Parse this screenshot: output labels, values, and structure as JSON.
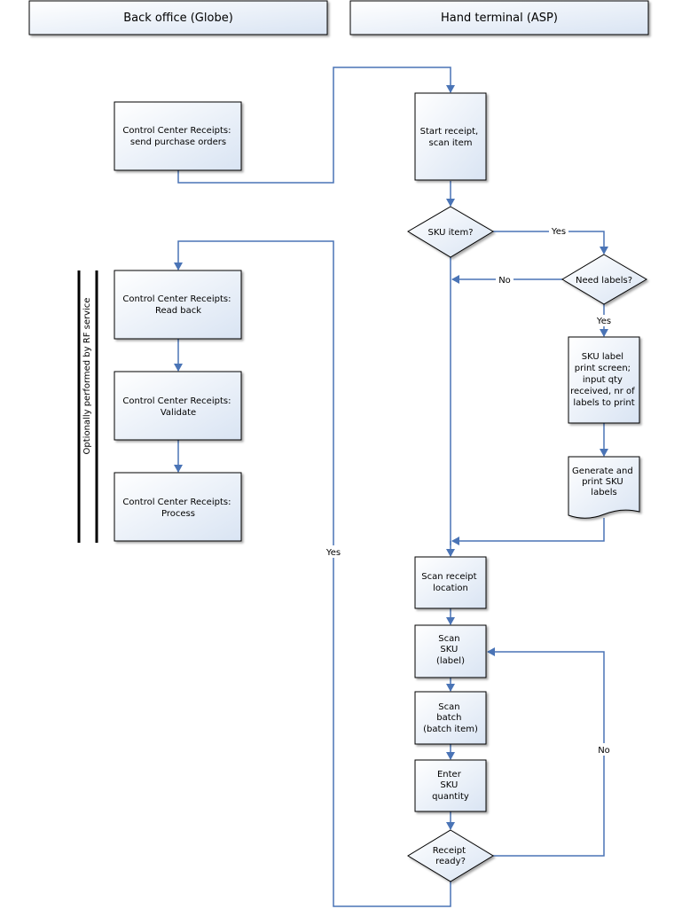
{
  "lanes": {
    "back_office": "Back office (Globe)",
    "hand_terminal": "Hand terminal (ASP)"
  },
  "side_note": "Optionally performed by RF service",
  "nodes": {
    "send_po": [
      "Control Center Receipts:",
      "send purchase orders"
    ],
    "read_back": [
      "Control Center Receipts:",
      "Read back"
    ],
    "validate": [
      "Control Center Receipts:",
      "Validate"
    ],
    "process": [
      "Control Center Receipts:",
      "Process"
    ],
    "start_receipt": [
      "Start receipt,",
      "scan item"
    ],
    "sku_item": [
      "SKU item?"
    ],
    "need_labels": [
      "Need labels?"
    ],
    "sku_label_screen": [
      "SKU label",
      "print screen;",
      "input qty",
      "received, nr of",
      "labels to print"
    ],
    "generate_print": [
      "Generate and",
      "print SKU",
      "labels"
    ],
    "scan_location": [
      "Scan receipt",
      "location"
    ],
    "scan_sku": [
      "Scan",
      "SKU",
      "(label)"
    ],
    "scan_batch": [
      "Scan",
      "batch",
      "(batch item)"
    ],
    "enter_qty": [
      "Enter",
      "SKU",
      "quantity"
    ],
    "receipt_ready": [
      "Receipt",
      "ready?"
    ]
  },
  "edge_labels": {
    "sku_yes": "Yes",
    "labels_no": "No",
    "labels_yes": "Yes",
    "ready_yes": "Yes",
    "ready_no": "No"
  },
  "colors": {
    "connector": "#4a74b6",
    "box_fill_top": "#ffffff",
    "box_fill_bottom": "#d9e4f3"
  }
}
